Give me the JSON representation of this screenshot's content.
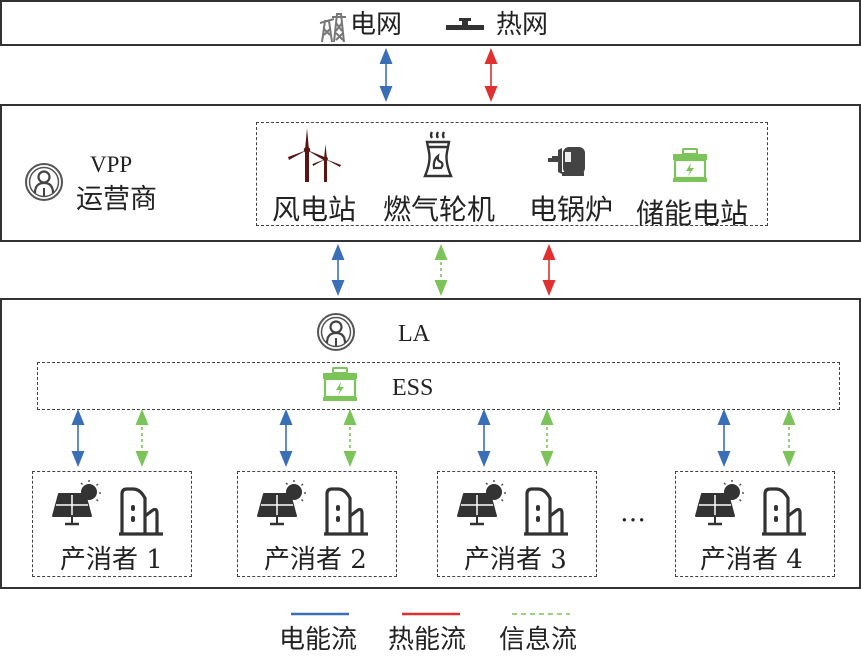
{
  "colors": {
    "electric": "#3a6fb8",
    "heat": "#e03030",
    "info": "#7cc35a",
    "icon_dark": "#333333",
    "wind": "#5a1414",
    "battery": "#7cc35a"
  },
  "top_layer": {
    "power_grid_label": "电网",
    "heat_grid_label": "热网"
  },
  "vpp_layer": {
    "operator_title": "VPP",
    "operator_label": "运营商",
    "assets": [
      {
        "icon": "wind-turbine-icon",
        "label": "风电站"
      },
      {
        "icon": "gas-turbine-icon",
        "label": "燃气轮机"
      },
      {
        "icon": "electric-boiler-icon",
        "label": "电锅炉"
      },
      {
        "icon": "battery-icon",
        "label": "储能电站"
      }
    ]
  },
  "la_layer": {
    "aggregator_label": "LA",
    "ess_label": "ESS",
    "ellipsis": "…",
    "prosumers": [
      {
        "label": "产消者 1"
      },
      {
        "label": "产消者 2"
      },
      {
        "label": "产消者 3"
      },
      {
        "label": "产消者 4"
      }
    ]
  },
  "legend": [
    {
      "label": "电能流",
      "style": "solid",
      "color": "#3a6fb8"
    },
    {
      "label": "热能流",
      "style": "solid",
      "color": "#e03030"
    },
    {
      "label": "信息流",
      "style": "dashed",
      "color": "#7cc35a"
    }
  ]
}
